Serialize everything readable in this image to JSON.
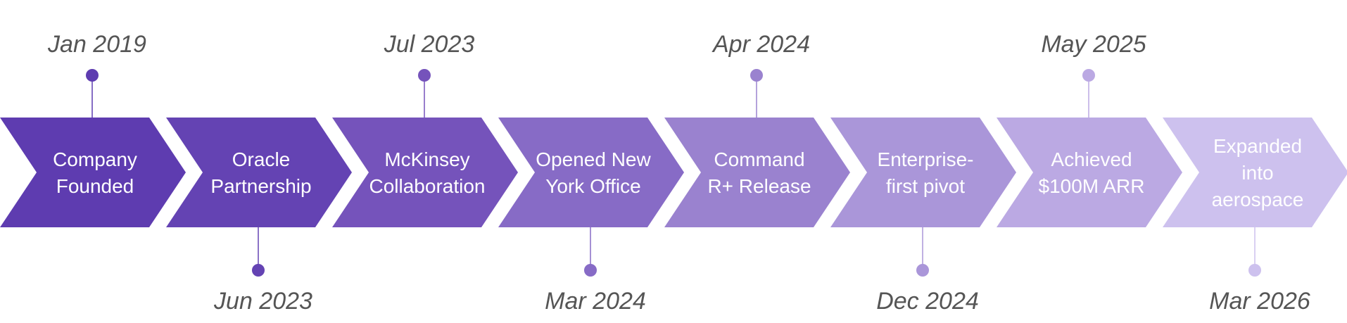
{
  "timeline": {
    "events": [
      {
        "date": "Jan 2019",
        "label": [
          "Company",
          "Founded"
        ],
        "color": "#5e3cb0",
        "position": "top"
      },
      {
        "date": "Jun 2023",
        "label": [
          "Oracle",
          "Partnership"
        ],
        "color": "#6443b3",
        "position": "bottom"
      },
      {
        "date": "Jul 2023",
        "label": [
          "McKinsey",
          "Collaboration"
        ],
        "color": "#7553bb",
        "position": "top"
      },
      {
        "date": "Mar 2024",
        "label": [
          "Opened New",
          "York Office"
        ],
        "color": "#876bc6",
        "position": "bottom"
      },
      {
        "date": "Apr 2024",
        "label": [
          "Command",
          "R+ Release"
        ],
        "color": "#9a82cf",
        "position": "top"
      },
      {
        "date": "Dec 2024",
        "label": [
          "Enterprise-",
          "first pivot"
        ],
        "color": "#aa96d9",
        "position": "bottom"
      },
      {
        "date": "May 2025",
        "label": [
          "Achieved",
          "$100M ARR"
        ],
        "color": "#bba9e3",
        "position": "top"
      },
      {
        "date": "Mar 2026",
        "label": [
          "Expanded",
          "into",
          "aerospace"
        ],
        "color": "#cdc1ee",
        "position": "bottom"
      }
    ]
  }
}
